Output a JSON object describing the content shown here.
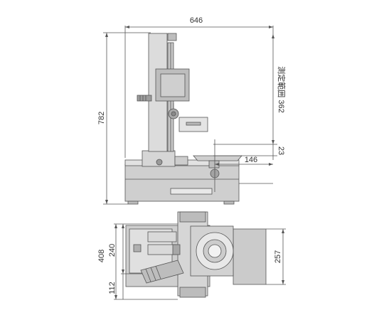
{
  "dimensions": {
    "width_top": "646",
    "height_total": "782",
    "range_label": "測定範囲 362",
    "gap_23": "23",
    "offset_146": "146",
    "depth_408": "408",
    "depth_240": "240",
    "depth_112": "112",
    "depth_257": "257"
  },
  "colors": {
    "line": "#555555",
    "fill_light": "#dcdcdc",
    "fill_mid": "#c4c4c4",
    "fill_dark": "#a8a8a8",
    "text": "#333333"
  }
}
